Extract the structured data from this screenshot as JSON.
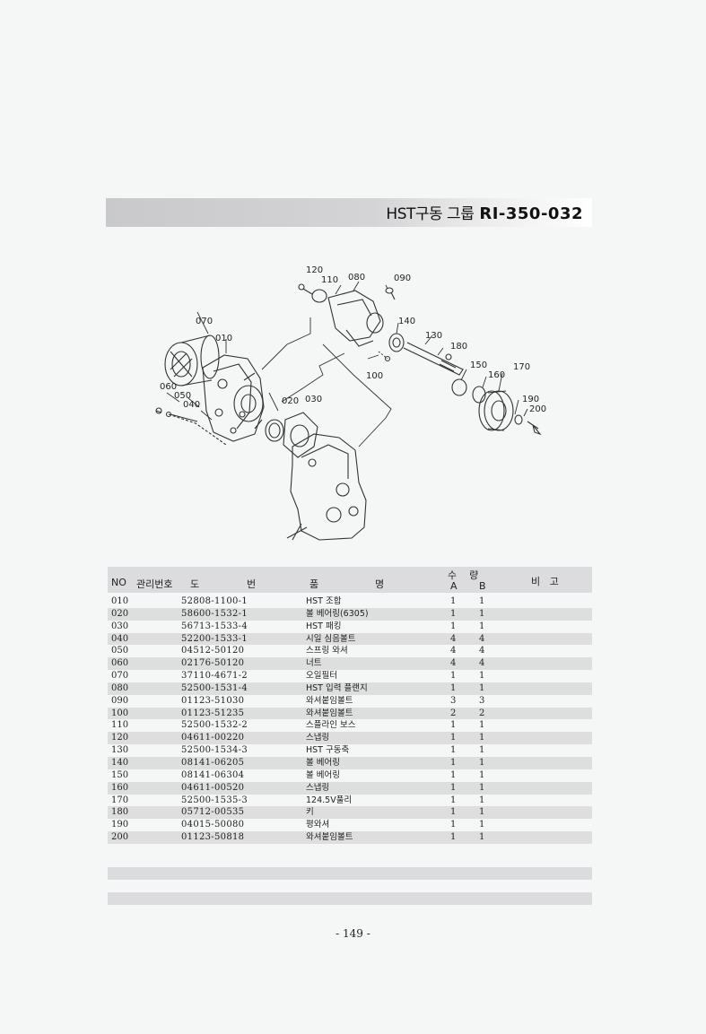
{
  "header": {
    "group_title": "HST구동 그룹",
    "group_code": "RI-350-032"
  },
  "diagram": {
    "part_labels": [
      "120",
      "110",
      "080",
      "090",
      "070",
      "010",
      "140",
      "130",
      "180",
      "150",
      "160",
      "170",
      "100",
      "060",
      "050",
      "040",
      "020",
      "030",
      "190",
      "200"
    ]
  },
  "table": {
    "headers": {
      "no": "NO",
      "mgmt": "관리번호",
      "dwg1": "도",
      "dwg2": "번",
      "name1": "품",
      "name2": "명",
      "qty": "수    량",
      "qty_a": "A",
      "qty_b": "B",
      "remark": "비   고"
    },
    "rows": [
      {
        "no": "010",
        "dwg": "52808-1100-1",
        "name": "HST 조합",
        "a": "1",
        "b": "1"
      },
      {
        "no": "020",
        "dwg": "58600-1532-1",
        "name": "볼 베어링(6305)",
        "a": "1",
        "b": "1"
      },
      {
        "no": "030",
        "dwg": "56713-1533-4",
        "name": "HST 패킹",
        "a": "1",
        "b": "1"
      },
      {
        "no": "040",
        "dwg": "52200-1533-1",
        "name": "시일 심음볼트",
        "a": "4",
        "b": "4"
      },
      {
        "no": "050",
        "dwg": "04512-50120",
        "name": "스프링 와셔",
        "a": "4",
        "b": "4"
      },
      {
        "no": "060",
        "dwg": "02176-50120",
        "name": "너트",
        "a": "4",
        "b": "4"
      },
      {
        "no": "070",
        "dwg": "37110-4671-2",
        "name": "오일필터",
        "a": "1",
        "b": "1"
      },
      {
        "no": "080",
        "dwg": "52500-1531-4",
        "name": "HST 입력 플랜지",
        "a": "1",
        "b": "1"
      },
      {
        "no": "090",
        "dwg": "01123-51030",
        "name": "와셔붙임볼트",
        "a": "3",
        "b": "3"
      },
      {
        "no": "100",
        "dwg": "01123-51235",
        "name": "와셔붙임볼트",
        "a": "2",
        "b": "2"
      },
      {
        "no": "110",
        "dwg": "52500-1532-2",
        "name": "스플라인 보스",
        "a": "1",
        "b": "1"
      },
      {
        "no": "120",
        "dwg": "04611-00220",
        "name": "스냅링",
        "a": "1",
        "b": "1"
      },
      {
        "no": "130",
        "dwg": "52500-1534-3",
        "name": "HST 구동축",
        "a": "1",
        "b": "1"
      },
      {
        "no": "140",
        "dwg": "08141-06205",
        "name": "볼 베어링",
        "a": "1",
        "b": "1"
      },
      {
        "no": "150",
        "dwg": "08141-06304",
        "name": "볼 베어링",
        "a": "1",
        "b": "1"
      },
      {
        "no": "160",
        "dwg": "04611-00520",
        "name": "스냅링",
        "a": "1",
        "b": "1"
      },
      {
        "no": "170",
        "dwg": "52500-1535-3",
        "name": "124.5V풀리",
        "a": "1",
        "b": "1"
      },
      {
        "no": "180",
        "dwg": "05712-00535",
        "name": "키",
        "a": "1",
        "b": "1"
      },
      {
        "no": "190",
        "dwg": "04015-50080",
        "name": "평와셔",
        "a": "1",
        "b": "1"
      },
      {
        "no": "200",
        "dwg": "01123-50818",
        "name": "와셔붙임볼트",
        "a": "1",
        "b": "1"
      }
    ]
  },
  "footer": {
    "page_number": "- 149 -"
  }
}
